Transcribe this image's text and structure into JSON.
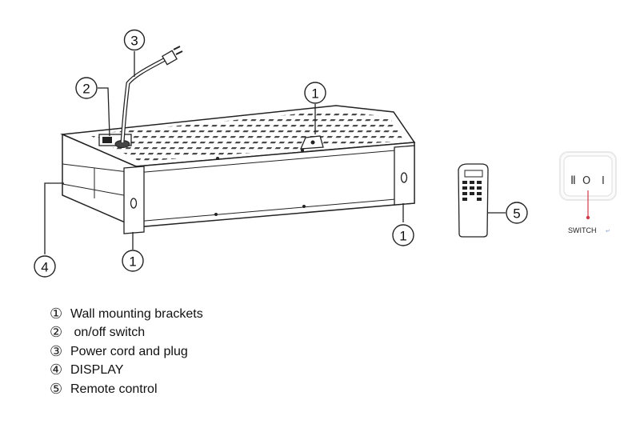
{
  "callouts": {
    "c1_top": "①",
    "c1_left": "①",
    "c1_right": "①",
    "c2": "②",
    "c3": "③",
    "c4": "④",
    "c5": "⑤"
  },
  "switch_panel": {
    "caption": "SWITCH",
    "symbol_left": "Ⅱ",
    "symbol_mid": "O",
    "symbol_right": "I"
  },
  "legend": [
    {
      "marker": "①",
      "text": "Wall mounting brackets"
    },
    {
      "marker": "②",
      "text": " on/off switch"
    },
    {
      "marker": "③",
      "text": "Power cord and plug"
    },
    {
      "marker": "④",
      "text": "DISPLAY"
    },
    {
      "marker": "⑤",
      "text": "Remote control"
    }
  ]
}
